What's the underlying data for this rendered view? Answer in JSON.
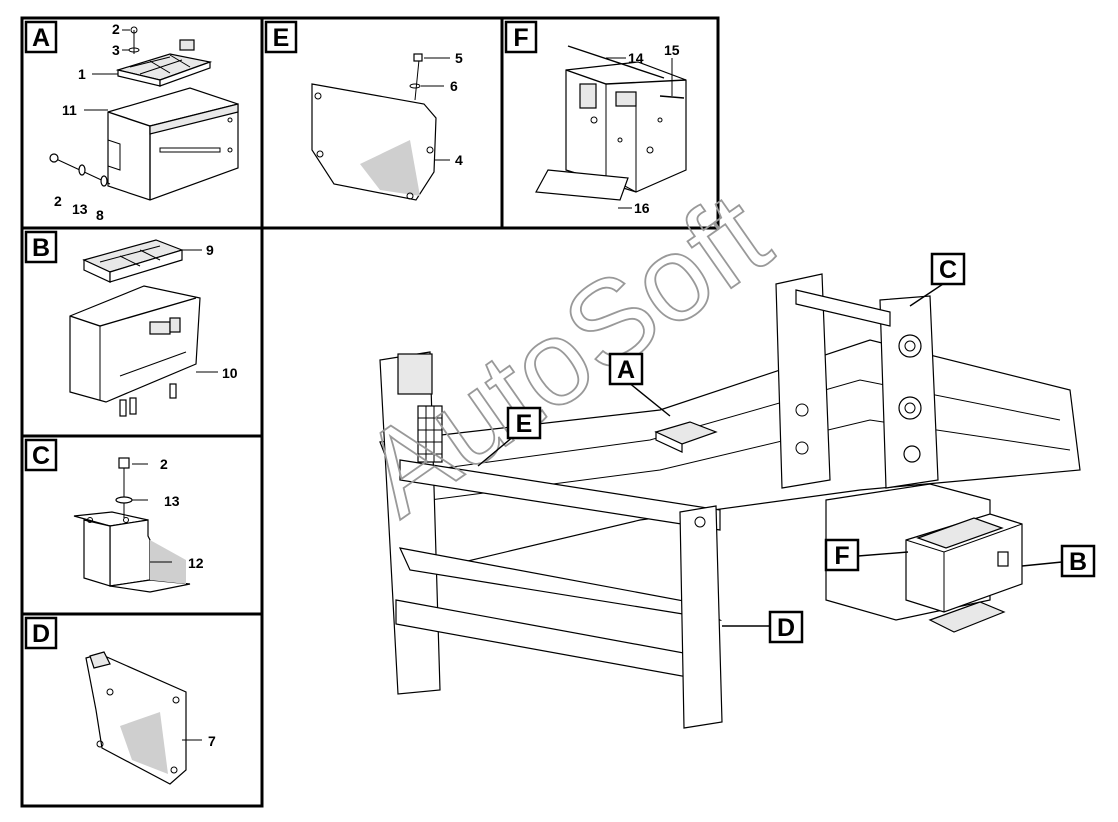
{
  "panels": {
    "A": {
      "label": "A",
      "callouts": [
        "2",
        "3",
        "1",
        "11",
        "2",
        "13",
        "8"
      ]
    },
    "E": {
      "label": "E",
      "callouts": [
        "5",
        "6",
        "4"
      ]
    },
    "F": {
      "label": "F",
      "callouts": [
        "14",
        "15",
        "16"
      ]
    },
    "B": {
      "label": "B",
      "callouts": [
        "9",
        "10"
      ]
    },
    "C": {
      "label": "C",
      "callouts": [
        "2",
        "13",
        "12"
      ]
    },
    "D": {
      "label": "D",
      "callouts": [
        "7"
      ]
    }
  },
  "main_view": {
    "callouts": [
      "C",
      "A",
      "E",
      "F",
      "B",
      "D"
    ],
    "watermark": "AutoSoft"
  }
}
